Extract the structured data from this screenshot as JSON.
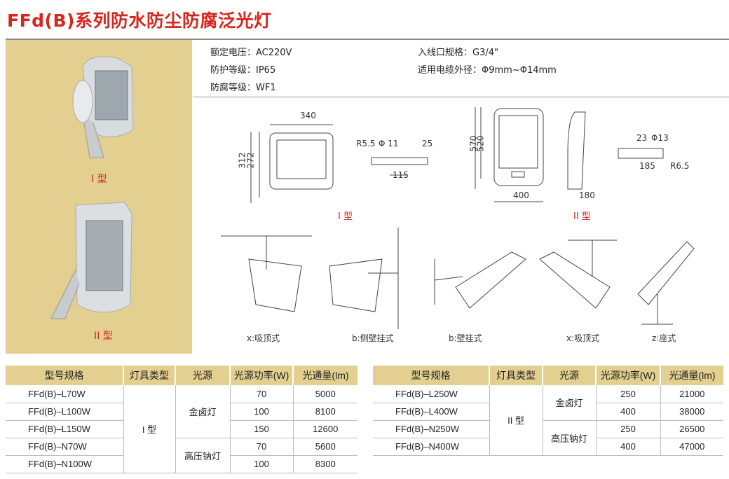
{
  "title": "FFd(B)系列防水防尘防腐泛光灯",
  "photos": [
    {
      "label": "I 型"
    },
    {
      "label": "II 型"
    }
  ],
  "specs": {
    "voltage": "额定电压：AC220V",
    "protection": "防护等级：IP65",
    "anticorrosion": "防腐等级：WF1",
    "inlet": "入线口规格：G3/4\"",
    "cable": "适用电缆外径：Φ9mm~Φ14mm"
  },
  "drawings": {
    "type1": {
      "label": "I 型",
      "dims": [
        "340",
        "312",
        "272",
        "R5.5",
        "Φ 11",
        "25",
        "115"
      ]
    },
    "type2": {
      "label": "II 型",
      "dims": [
        "570",
        "520",
        "400",
        "180",
        "23",
        "Φ13",
        "185",
        "R6.5"
      ]
    },
    "mounts": [
      "x:吸顶式",
      "b:侧壁挂式",
      "b:壁挂式",
      "x:吸顶式",
      "z:座式"
    ]
  },
  "tables": [
    {
      "headers": [
        "型号规格",
        "灯具类型",
        "光源",
        "光源功率(W)",
        "光通量(lm)"
      ],
      "type": "I 型",
      "sources": [
        {
          "name": "金卤灯",
          "span": 3
        },
        {
          "name": "高压钠灯",
          "span": 2
        }
      ],
      "rows": [
        [
          "FFd(B)–L70W",
          "70",
          "5000"
        ],
        [
          "FFd(B)–L100W",
          "100",
          "8100"
        ],
        [
          "FFd(B)–L150W",
          "150",
          "12600"
        ],
        [
          "FFd(B)–N70W",
          "70",
          "5600"
        ],
        [
          "FFd(B)–N100W",
          "100",
          "8300"
        ]
      ]
    },
    {
      "headers": [
        "型号规格",
        "灯具类型",
        "光源",
        "光源功率(W)",
        "光通量(lm)"
      ],
      "type": "II 型",
      "sources": [
        {
          "name": "金卤灯",
          "span": 2
        },
        {
          "name": "高压钠灯",
          "span": 2
        }
      ],
      "rows": [
        [
          "FFd(B)–L250W",
          "250",
          "21000"
        ],
        [
          "FFd(B)–L400W",
          "400",
          "38000"
        ],
        [
          "FFd(B)–N250W",
          "250",
          "26500"
        ],
        [
          "FFd(B)–N400W",
          "400",
          "47000"
        ]
      ]
    }
  ]
}
